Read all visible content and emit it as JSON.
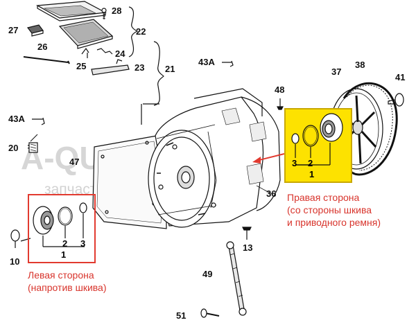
{
  "watermark": {
    "main": "A-QUERO.RU",
    "sub": "запчасти для бытовой техники"
  },
  "labels": {
    "p28": "28",
    "p27": "27",
    "p22": "22",
    "p26": "26",
    "p24": "24",
    "p25": "25",
    "p23": "23",
    "p21": "21",
    "p43a_top": "43A",
    "p43a_left": "43A",
    "p20": "20",
    "p47": "47",
    "p48": "48",
    "p37": "37",
    "p38": "38",
    "p41": "41",
    "p36": "36",
    "p13": "13",
    "p49": "49",
    "p51": "51",
    "p10": "10",
    "right_3": "3",
    "right_2": "2",
    "right_1": "1",
    "left_2": "2",
    "left_3": "3",
    "left_1": "1"
  },
  "captions": {
    "right": [
      "Правая сторона",
      "(со стороны шкива",
      "и приводного ремня)"
    ],
    "left": [
      "Левая сторона",
      "(напротив шкива)"
    ]
  },
  "colors": {
    "highlight": "#fde200",
    "frame": "#e23a2f",
    "caption": "#d8342c",
    "ink": "#111111"
  }
}
